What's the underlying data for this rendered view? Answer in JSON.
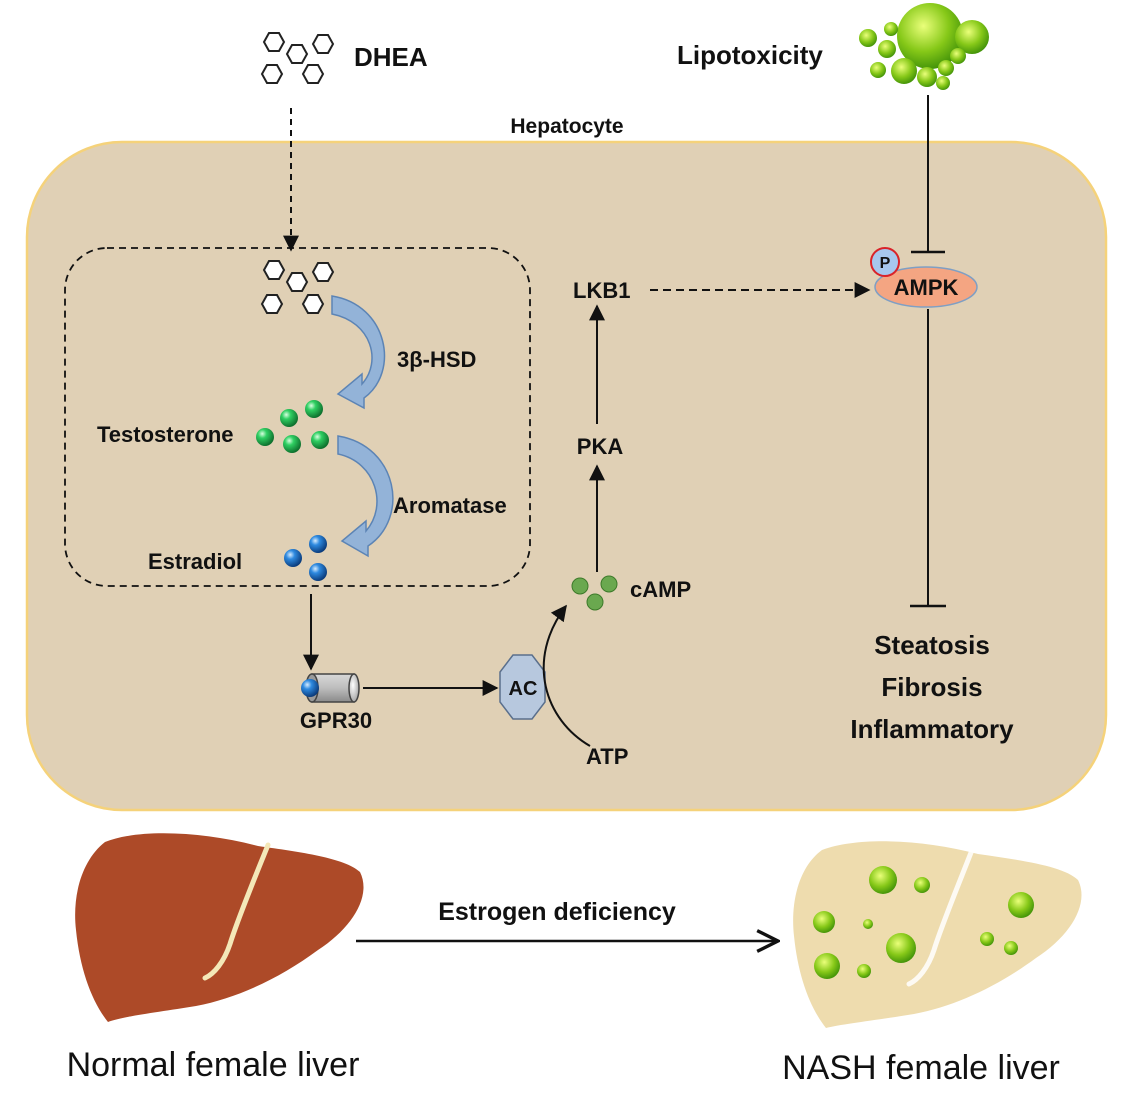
{
  "labels": {
    "dhea": "DHEA",
    "lipotoxicity": "Lipotoxicity",
    "hepatocyte": "Hepatocyte",
    "enzyme_3b_hsd": "3β-HSD",
    "testosterone": "Testosterone",
    "aromatase": "Aromatase",
    "estradiol": "Estradiol",
    "gpr30": "GPR30",
    "ac": "AC",
    "atp": "ATP",
    "camp": "cAMP",
    "pka": "PKA",
    "lkb1": "LKB1",
    "phospho": "P",
    "ampk": "AMPK",
    "outcome_steatosis": "Steatosis",
    "outcome_fibrosis": "Fibrosis",
    "outcome_inflammatory": "Inflammatory",
    "estrogen_deficiency": "Estrogen deficiency",
    "normal_liver": "Normal female liver",
    "nash_liver": "NASH female liver"
  },
  "colors": {
    "cell_fill": "#e0d0b5",
    "cell_border": "#f5d27a",
    "enzyme_arrow": "#93b3d8",
    "testosterone_bead": "#21a84a",
    "estradiol_bead": "#1f6fc2",
    "camp_bead": "#6aa84f",
    "lipid_droplet": "#7cc417",
    "ampk_fill": "#f4a582",
    "phospho_fill": "#a7c7ee",
    "phospho_ring": "#d9232a",
    "ac_fill": "#b7c8de",
    "normal_liver": "#ad4a28",
    "nash_liver": "#eedcae"
  },
  "icons": {
    "dhea_molecule": "hexagon-cluster-icon",
    "lipid_cluster": "lipid-droplet-cluster-icon",
    "receptor": "gpr30-receptor-icon",
    "normal_liver": "liver-icon",
    "nash_liver": "fatty-liver-icon"
  }
}
